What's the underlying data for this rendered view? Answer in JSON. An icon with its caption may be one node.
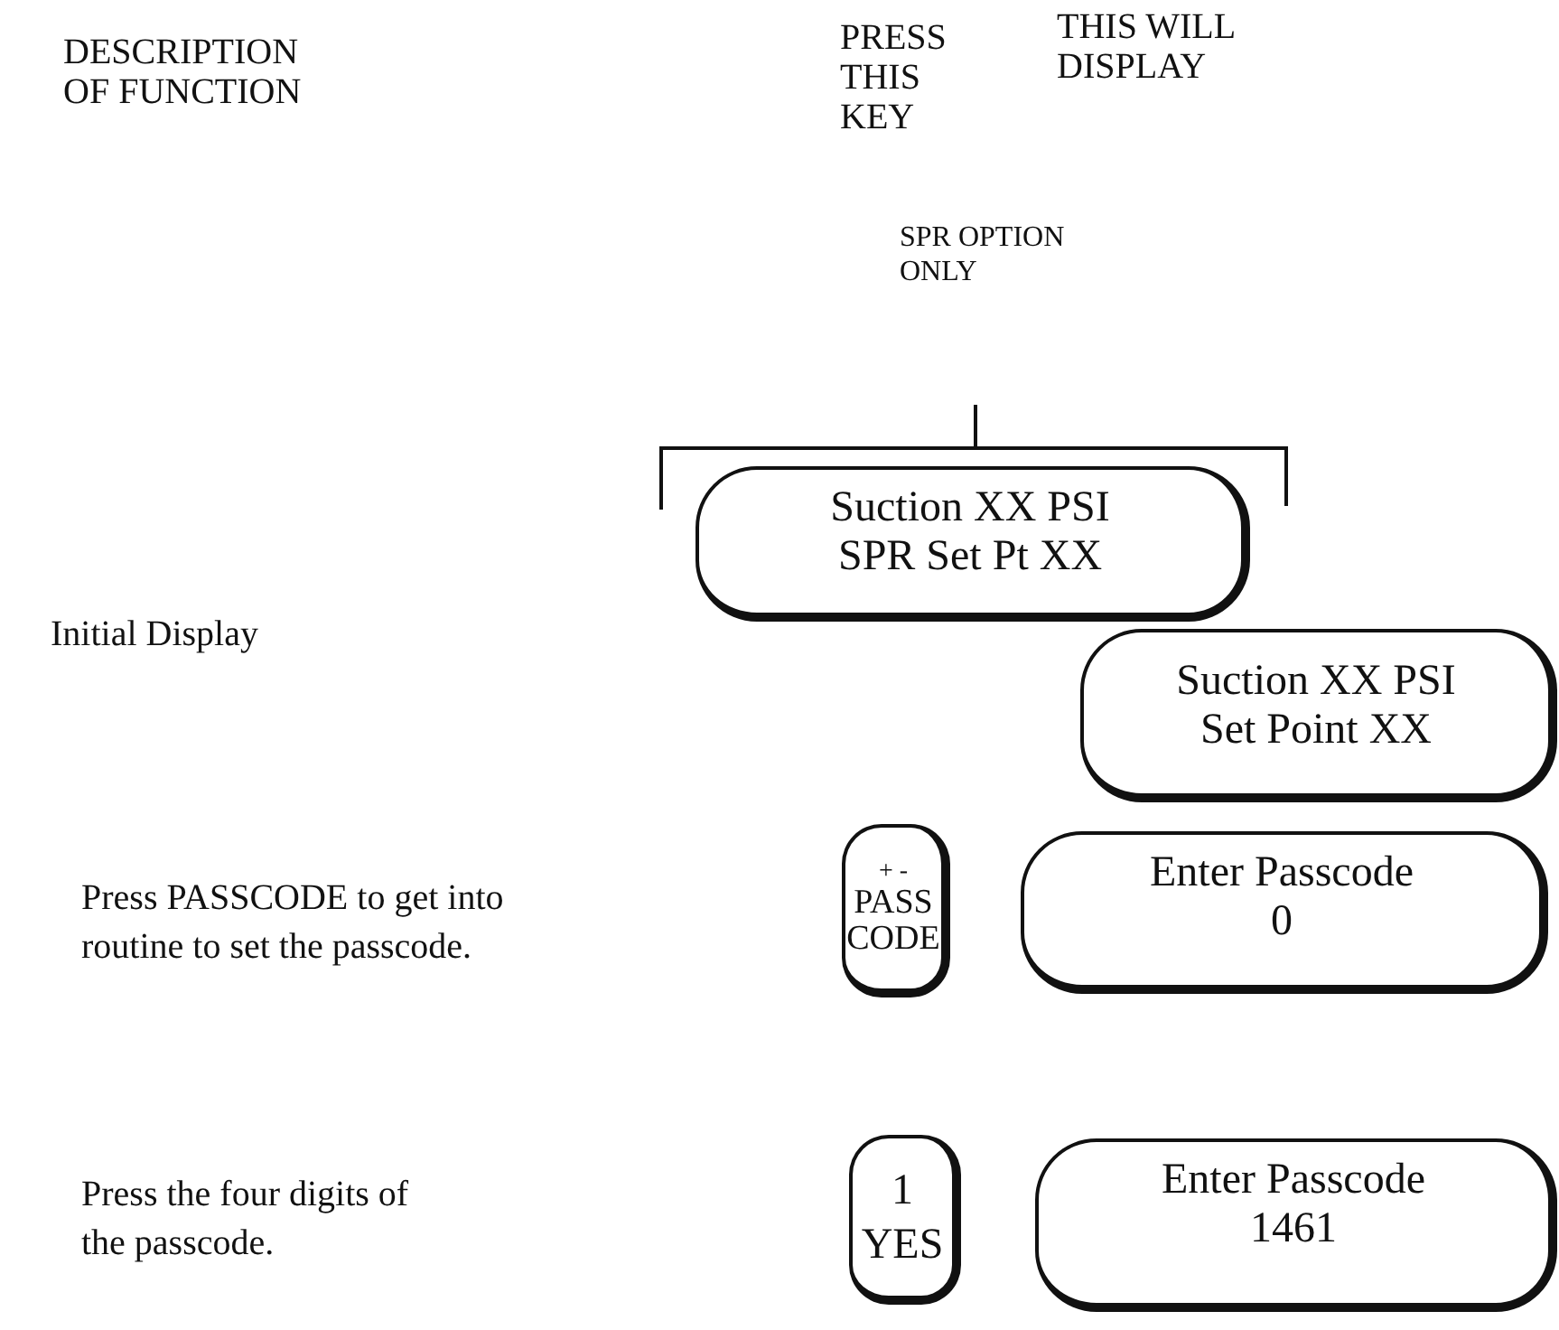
{
  "diagram": {
    "nodes": [
      {
        "text": [
          "Suction XX PSI",
          "SPR Set Pt XX"
        ]
      },
      {
        "text": [
          "Suction XX PSI",
          "Set Point XX"
        ]
      },
      {
        "text": [
          "+ -",
          "PASS CODE"
        ]
      },
      {
        "text": [
          "Enter Passcode",
          "0"
        ]
      },
      {
        "text": [
          "1",
          "YES"
        ]
      },
      {
        "text": [
          "Enter Passcode",
          "1461"
        ]
      }
    ],
    "edges": [],
    "labels": [
      "DESCRIPTION OF FUNCTION",
      "PRESS THIS KEY",
      "THIS WILL DISPLAY",
      "SPR OPTION ONLY",
      "Initial Display",
      "Press PASSCODE to get into routine to set the passcode.",
      "Press the four digits of the passcode."
    ]
  }
}
